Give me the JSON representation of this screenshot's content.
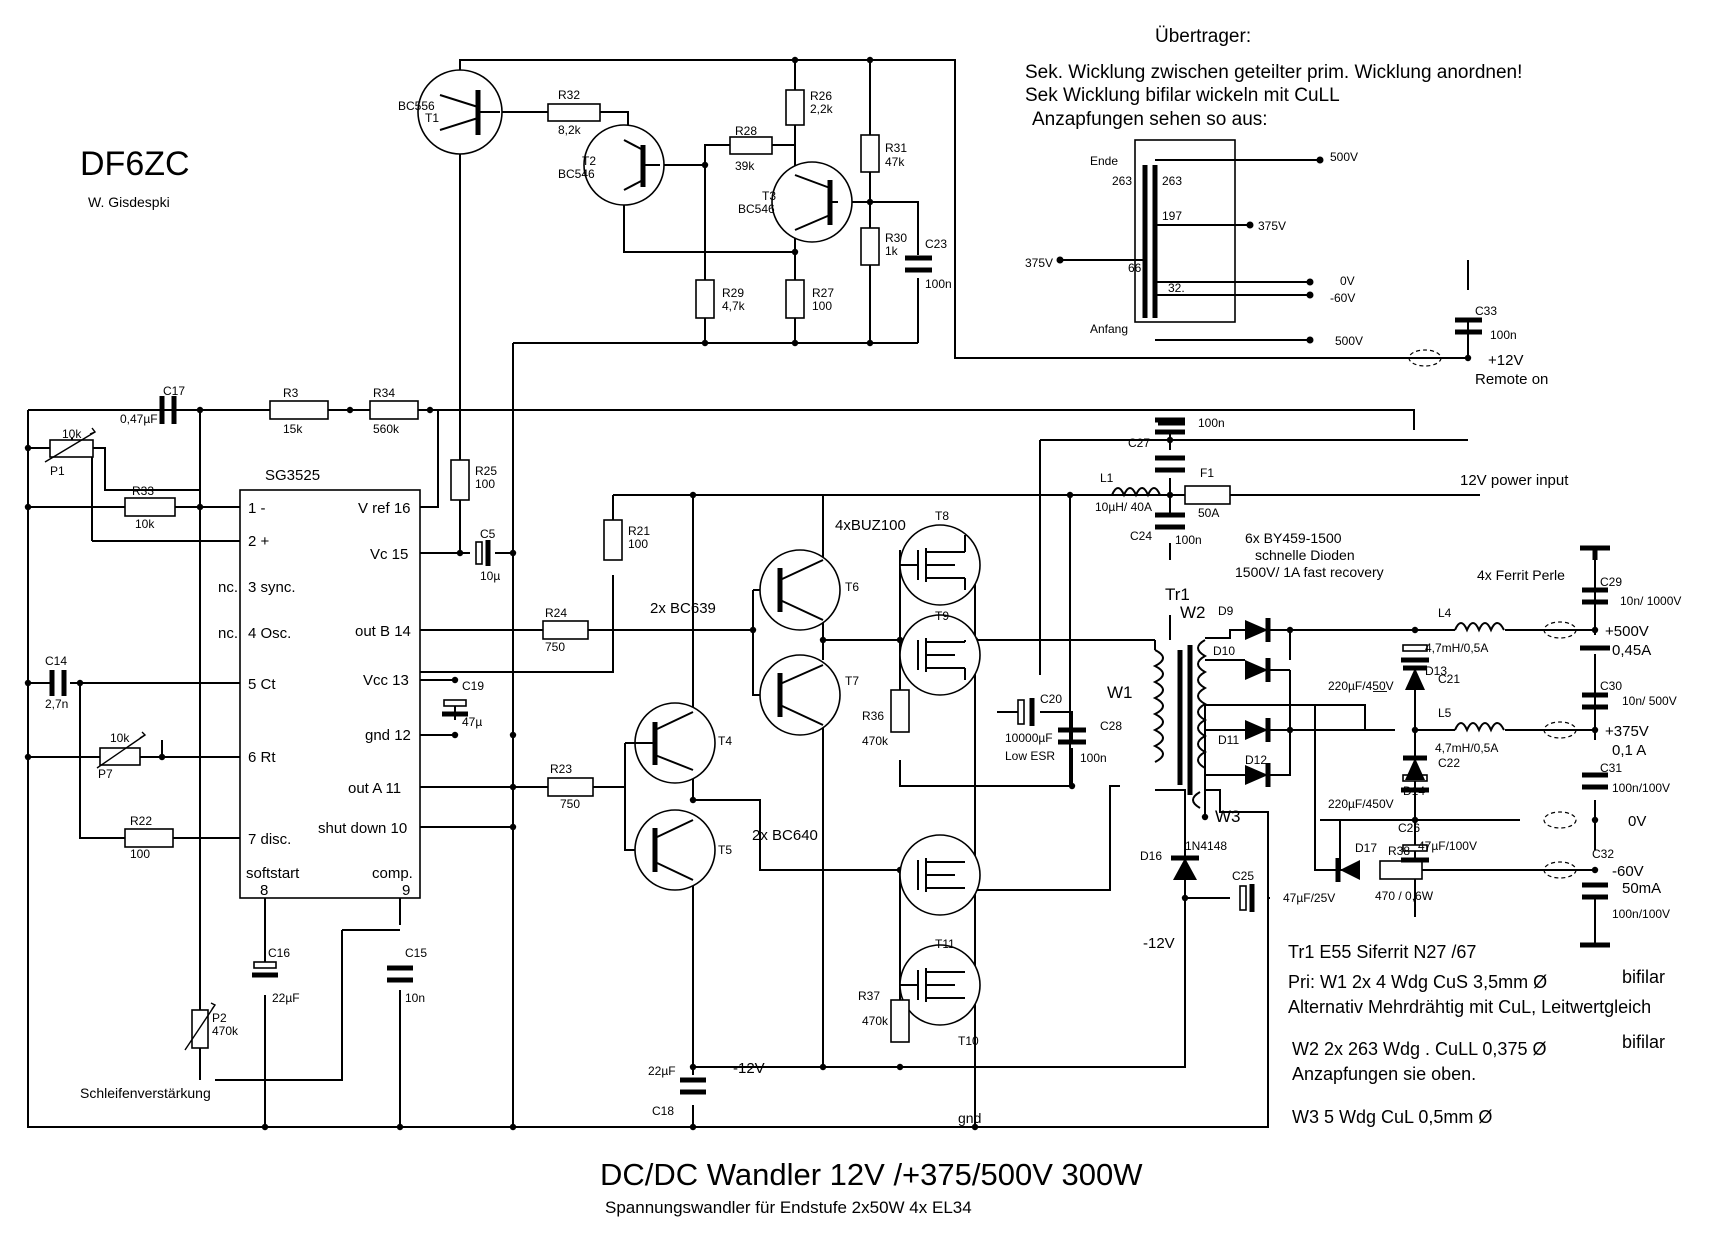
{
  "title": "DC/DC Wandler 12V /+375/500V  300W",
  "subtitle": "Spannungswandler für Endstufe 2x50W  4x EL34",
  "author_call": "DF6ZC",
  "author_name": "W. Gisdespki",
  "transformer_notes": {
    "heading": "Übertrager:",
    "line1": "Sek. Wicklung zwischen geteilter prim. Wicklung anordnen!",
    "line2": "Sek Wicklung  bifilar wickeln mit CuLL",
    "line3": "Anzapfungen sehen so aus:"
  },
  "tap_diagram": {
    "ende": "Ende",
    "anfang": "Anfang",
    "n263a": "263",
    "n263b": "263",
    "n197": "197",
    "n66": "66",
    "n32": "32.",
    "v500a": "500V",
    "v375a": "375V",
    "v375b": "375V",
    "v0": "0V",
    "vm60": "-60V",
    "v500b": "500V"
  },
  "ic": {
    "name": "SG3525",
    "pins_left": [
      "1  -",
      "2  +",
      "3 sync.",
      "4 Osc.",
      "5  Ct",
      "6  Rt",
      "7 disc."
    ],
    "nc_a": "nc.",
    "nc_b": "nc.",
    "pins_right": [
      "V ref 16",
      "Vc 15",
      "out B 14",
      "Vcc 13",
      "gnd 12",
      "out A   11",
      "shut down 10"
    ],
    "softstart": "softstart",
    "comp": "comp.",
    "pin8": "8",
    "pin9": "9"
  },
  "labels": {
    "BC556": "BC556",
    "T1": "T1",
    "T2": "T2",
    "BC546a": "BC546",
    "T3": "T3",
    "BC546b": "BC546",
    "R32": "R32",
    "R32v": "8,2k",
    "R26": "R26",
    "R26v": "2,2k",
    "R28": "R28",
    "R28v": "39k",
    "R31": "R31",
    "R31v": "47k",
    "R30": "R30",
    "R30v": "1k",
    "C23": "C23",
    "C23v": "100n",
    "R29": "R29",
    "R29v": "4,7k",
    "R27": "R27",
    "R27v": "100",
    "C33": "C33",
    "C33v": "100n",
    "plus12": "+12V",
    "remote": "Remote on",
    "C17": "C17",
    "C17v": "0,47µF",
    "R3": "R3",
    "R3v": "15k",
    "R34": "R34",
    "R34v": "560k",
    "P1v": "10k",
    "P1": "P1",
    "R33": "R33",
    "R33v": "10k",
    "R25": "R25",
    "R25v": "100",
    "C5": "C5",
    "C5v": "10µ",
    "C14": "C14",
    "C14v": "2,7n",
    "P7v": "10k",
    "P7": "P7",
    "R22": "R22",
    "R22v": "100",
    "C19": "C19",
    "C19v": "47µ",
    "R21": "R21",
    "R21v": "100",
    "R24": "R24",
    "R24v": "750",
    "R23": "R23",
    "R23v": "750",
    "buz": "4xBUZ100",
    "bc639": "2x BC639",
    "bc640": "2x BC640",
    "T4": "T4",
    "T5": "T5",
    "T6": "T6",
    "T7": "T7",
    "T8": "T8",
    "T9": "T9",
    "T10": "T10",
    "T11": "T11",
    "R36": "R36",
    "R36v": "470k",
    "R37": "R37",
    "R37v": "470k",
    "C20": "C20",
    "C20v": "10000µF",
    "lowesr": "Low ESR",
    "C28": "C28",
    "C28v": "100n",
    "L1": "L1",
    "L1v": "10µH/ 40A",
    "C27": "C27",
    "C27v": "100n",
    "C24": "C24",
    "C24v": "100n",
    "F1": "F1",
    "F1v": "50A",
    "power": "12V power input",
    "diodes1": "6x BY459-1500",
    "diodes2": "schnelle Dioden",
    "diodes3": "1500V/ 1A fast recovery",
    "ferrit": "4x Ferrit Perle",
    "Tr1": "Tr1",
    "W1": "W1",
    "W2": "W2",
    "W3": "W3",
    "D9": "D9",
    "D10": "D10",
    "D11": "D11",
    "D12": "D12",
    "D13": "D13",
    "D14": "D14",
    "D16": "D16",
    "D17": "D17",
    "1N4148": "1N4148",
    "L4": "L4",
    "L4v": "4,7mH/0,5A",
    "L5": "L5",
    "L5v": "4,7mH/0,5A",
    "C21": "C21",
    "C21v": "220µF/450V",
    "C22": "C22",
    "C22v": "220µF/450V",
    "C29": "C29",
    "C29v": "10n/ 1000V",
    "C30": "C30",
    "C30v": "10n/ 500V",
    "C31": "C31",
    "C31v": "100n/100V",
    "C32": "C32",
    "C32v": "100n/100V",
    "C26": "C26",
    "C26v": "47µF/100V",
    "R38": "R38",
    "R38v": "470 / 0,6W",
    "C25": "C25",
    "C25v": "47µF/25V",
    "out500": "+500V",
    "out500i": "0,45A",
    "out375": "+375V",
    "out375i": "0,1 A",
    "out0": "0V",
    "outm60": "-60V",
    "outm60i": "50mA",
    "m12a": "-12V",
    "m12b": "-12V",
    "gnd": "gnd",
    "P2": "P2",
    "P2v": "470k",
    "C16": "C16",
    "C16v": "22µF",
    "C15": "C15",
    "C15v": "10n",
    "C18": "C18",
    "C18v": "22µF",
    "schleife": "Schleifenverstärkung",
    "n100": "100n",
    "dash": "—"
  },
  "notes": {
    "tr1": "Tr1   E55 Siferrit N27 /67",
    "pri": "Pri: W1 2x 4 Wdg  CuS 3,5mm Ø",
    "bifilar1": "bifilar",
    "alt": "Alternativ Mehrdrähtig mit CuL, Leitwertgleich",
    "w2": "W2  2x 263 Wdg . CuLL 0,375  Ø",
    "bifilar2": "bifilar",
    "w2b": "Anzapfungen sie oben.",
    "w3": "W3 5 Wdg  CuL 0,5mm Ø"
  }
}
